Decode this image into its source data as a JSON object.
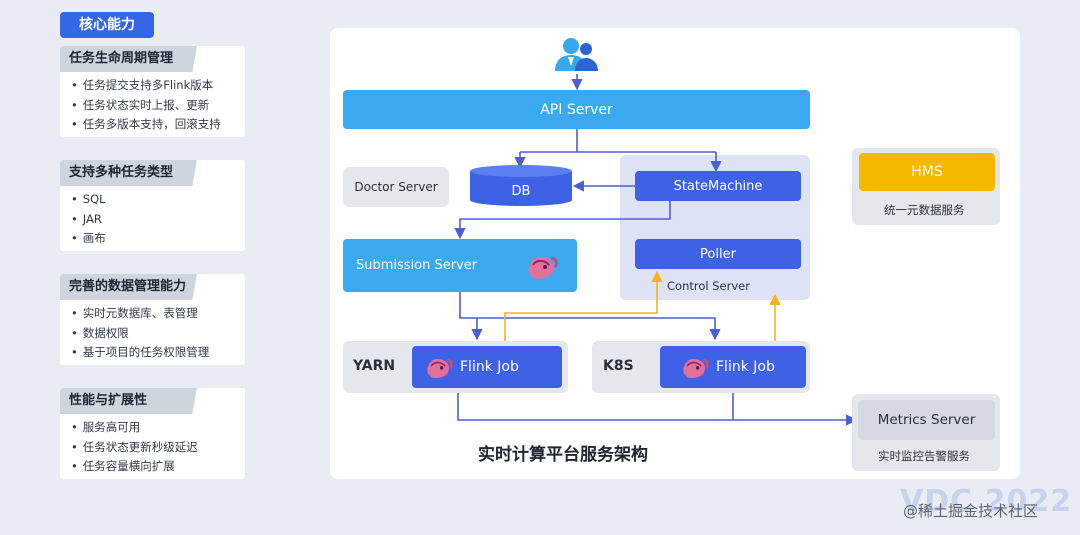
{
  "left_panel": {
    "core_title": "核心能力",
    "cards": [
      {
        "title": "任务生命周期管理",
        "items": [
          "任务提交支持多Flink版本",
          "任务状态实时上报、更新",
          "任务多版本支持，回滚支持"
        ]
      },
      {
        "title": "支持多种任务类型",
        "items": [
          "SQL",
          "JAR",
          "画布"
        ]
      },
      {
        "title": "完善的数据管理能力",
        "items": [
          "实时元数据库、表管理",
          "数据权限",
          "基于项目的任务权限管理"
        ]
      },
      {
        "title": "性能与扩展性",
        "items": [
          "服务高可用",
          "任务状态更新秒级延迟",
          "任务容量横向扩展"
        ]
      }
    ]
  },
  "diagram": {
    "api_server": "API Server",
    "doctor_server": "Doctor Server",
    "db": "DB",
    "state_machine": "StateMachine",
    "poller": "Poller",
    "control_server": "Control Server",
    "submission_server": "Submission Server",
    "yarn": "YARN",
    "k8s": "K8S",
    "flink_job_yarn": "Flink Job",
    "flink_job_k8s": "Flink Job",
    "hms": "HMS",
    "hms_caption": "统一元数据服务",
    "metrics_server": "Metrics Server",
    "metrics_caption": "实时监控告警服务",
    "title": "实时计算平台服务架构"
  },
  "watermark": {
    "brand": "VDC 2022",
    "credit": "@稀土掘金技术社区"
  },
  "colors": {
    "accent_blue": "#3aaaf0",
    "navy": "#3d62e6",
    "hms_yellow": "#f5b800",
    "arrow_blue": "#4a5fd6",
    "arrow_orange": "#f5b31c"
  },
  "icons": [
    "users-icon",
    "flink-squirrel-icon"
  ]
}
